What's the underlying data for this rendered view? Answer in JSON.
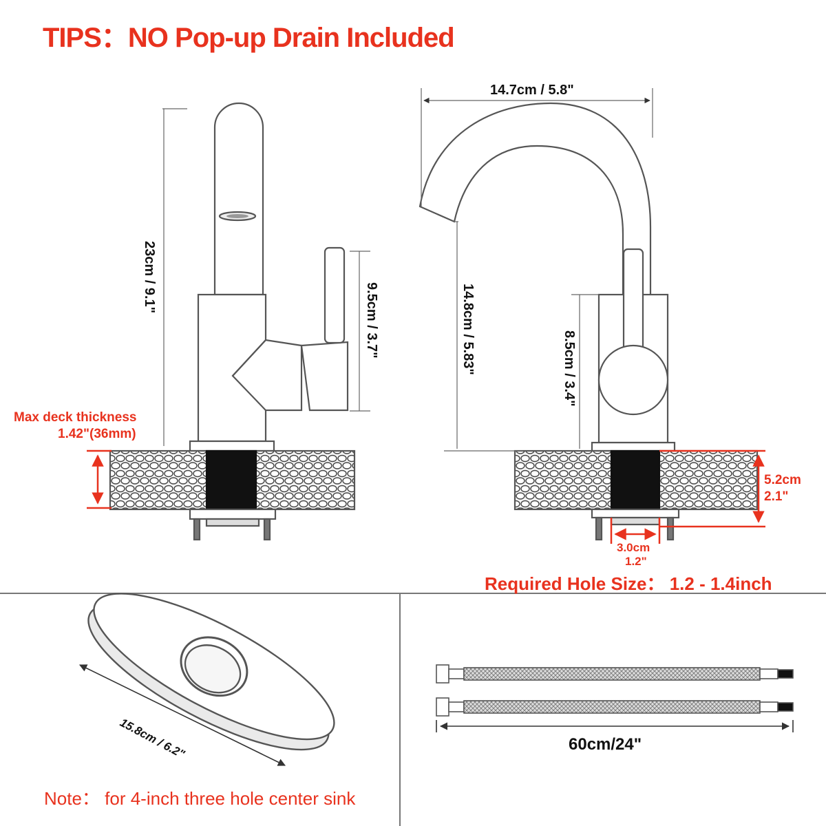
{
  "tips": "TIPS：NO Pop-up Drain Included",
  "front_view": {
    "height_label": "23cm / 9.1\"",
    "handle_label": "9.5cm / 3.7\"",
    "deck_title": "Max deck thickness",
    "deck_value": "1.42\"(36mm)"
  },
  "side_view": {
    "reach_label": "14.7cm / 5.8\"",
    "spout_height_label": "14.8cm / 5.83\"",
    "body_height_label": "8.5cm / 3.4\"",
    "shank_cm": "5.2cm",
    "shank_in": "2.1\"",
    "hole_cm": "3.0cm",
    "hole_in": "1.2\"",
    "required_hole": "Required Hole Size：  1.2  - 1.4inch"
  },
  "deck_plate": {
    "length_label": "15.8cm / 6.2\"",
    "note": "Note：  for 4-inch  three hole  center  sink"
  },
  "hoses": {
    "length_label": "60cm/24\""
  },
  "colors": {
    "accent_red": "#e8321e",
    "line": "#555555"
  }
}
